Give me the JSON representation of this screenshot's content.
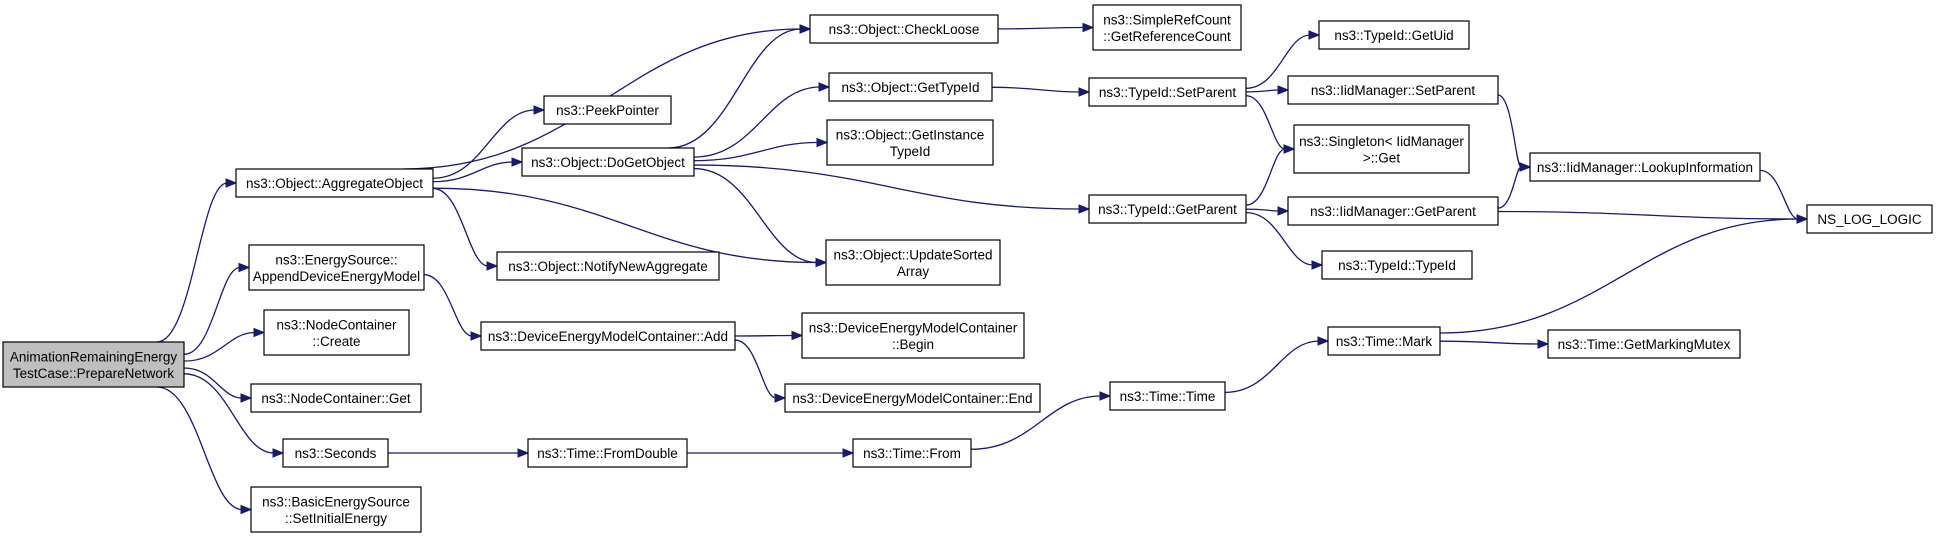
{
  "nodes": {
    "prepare_network": [
      "AnimationRemainingEnergy",
      "TestCase::PrepareNetwork"
    ],
    "aggregate_object": [
      "ns3::Object::AggregateObject"
    ],
    "append_device_energy_model": [
      "ns3::EnergySource::",
      "AppendDeviceEnergyModel"
    ],
    "node_container_create": [
      "ns3::NodeContainer",
      "::Create"
    ],
    "node_container_get": [
      "ns3::NodeContainer::Get"
    ],
    "seconds": [
      "ns3::Seconds"
    ],
    "set_initial_energy": [
      "ns3::BasicEnergySource",
      "::SetInitialEnergy"
    ],
    "peek_pointer": [
      "ns3::PeekPointer"
    ],
    "do_get_object": [
      "ns3::Object::DoGetObject"
    ],
    "notify_new_aggregate": [
      "ns3::Object::NotifyNewAggregate"
    ],
    "device_container_add": [
      "ns3::DeviceEnergyModelContainer::Add"
    ],
    "time_from_double": [
      "ns3::Time::FromDouble"
    ],
    "check_loose": [
      "ns3::Object::CheckLoose"
    ],
    "get_type_id": [
      "ns3::Object::GetTypeId"
    ],
    "get_instance_type_id": [
      "ns3::Object::GetInstance",
      "TypeId"
    ],
    "update_sorted_array": [
      "ns3::Object::UpdateSorted",
      "Array"
    ],
    "device_container_begin": [
      "ns3::DeviceEnergyModelContainer",
      "::Begin"
    ],
    "device_container_end": [
      "ns3::DeviceEnergyModelContainer::End"
    ],
    "time_from": [
      "ns3::Time::From"
    ],
    "get_reference_count": [
      "ns3::SimpleRefCount",
      "::GetReferenceCount"
    ],
    "typeid_set_parent": [
      "ns3::TypeId::SetParent"
    ],
    "typeid_get_parent": [
      "ns3::TypeId::GetParent"
    ],
    "time_time": [
      "ns3::Time::Time"
    ],
    "typeid_get_uid": [
      "ns3::TypeId::GetUid"
    ],
    "iidmanager_set_parent": [
      "ns3::IidManager::SetParent"
    ],
    "singleton_get": [
      "ns3::Singleton< IidManager",
      ">::Get"
    ],
    "iidmanager_get_parent": [
      "ns3::IidManager::GetParent"
    ],
    "typeid_typeid": [
      "ns3::TypeId::TypeId"
    ],
    "time_mark": [
      "ns3::Time::Mark"
    ],
    "lookup_information": [
      "ns3::IidManager::LookupInformation"
    ],
    "time_get_marking_mutex": [
      "ns3::Time::GetMarkingMutex"
    ],
    "ns_log_logic": [
      "NS_LOG_LOGIC"
    ]
  },
  "edges": [
    [
      "prepare_network",
      "aggregate_object"
    ],
    [
      "prepare_network",
      "append_device_energy_model"
    ],
    [
      "prepare_network",
      "node_container_create"
    ],
    [
      "prepare_network",
      "node_container_get"
    ],
    [
      "prepare_network",
      "seconds"
    ],
    [
      "prepare_network",
      "set_initial_energy"
    ],
    [
      "aggregate_object",
      "check_loose"
    ],
    [
      "aggregate_object",
      "peek_pointer"
    ],
    [
      "aggregate_object",
      "do_get_object"
    ],
    [
      "aggregate_object",
      "notify_new_aggregate"
    ],
    [
      "aggregate_object",
      "update_sorted_array"
    ],
    [
      "append_device_energy_model",
      "device_container_add"
    ],
    [
      "seconds",
      "time_from_double"
    ],
    [
      "do_get_object",
      "check_loose"
    ],
    [
      "do_get_object",
      "get_type_id"
    ],
    [
      "do_get_object",
      "get_instance_type_id"
    ],
    [
      "do_get_object",
      "update_sorted_array"
    ],
    [
      "do_get_object",
      "typeid_get_parent"
    ],
    [
      "device_container_add",
      "device_container_begin"
    ],
    [
      "device_container_add",
      "device_container_end"
    ],
    [
      "time_from_double",
      "time_from"
    ],
    [
      "check_loose",
      "get_reference_count"
    ],
    [
      "get_type_id",
      "typeid_set_parent"
    ],
    [
      "time_from",
      "time_time"
    ],
    [
      "typeid_set_parent",
      "typeid_get_uid"
    ],
    [
      "typeid_set_parent",
      "iidmanager_set_parent"
    ],
    [
      "typeid_set_parent",
      "singleton_get"
    ],
    [
      "typeid_get_parent",
      "singleton_get"
    ],
    [
      "typeid_get_parent",
      "iidmanager_get_parent"
    ],
    [
      "typeid_get_parent",
      "typeid_typeid"
    ],
    [
      "time_time",
      "time_mark"
    ],
    [
      "iidmanager_set_parent",
      "lookup_information"
    ],
    [
      "iidmanager_get_parent",
      "lookup_information"
    ],
    [
      "iidmanager_get_parent",
      "ns_log_logic"
    ],
    [
      "lookup_information",
      "ns_log_logic"
    ],
    [
      "time_mark",
      "time_get_marking_mutex"
    ],
    [
      "time_mark",
      "ns_log_logic"
    ]
  ],
  "colors": {
    "edge": "#191970",
    "root_fill": "#bfbfbf",
    "node_fill": "#ffffff",
    "node_border": "#000000"
  }
}
